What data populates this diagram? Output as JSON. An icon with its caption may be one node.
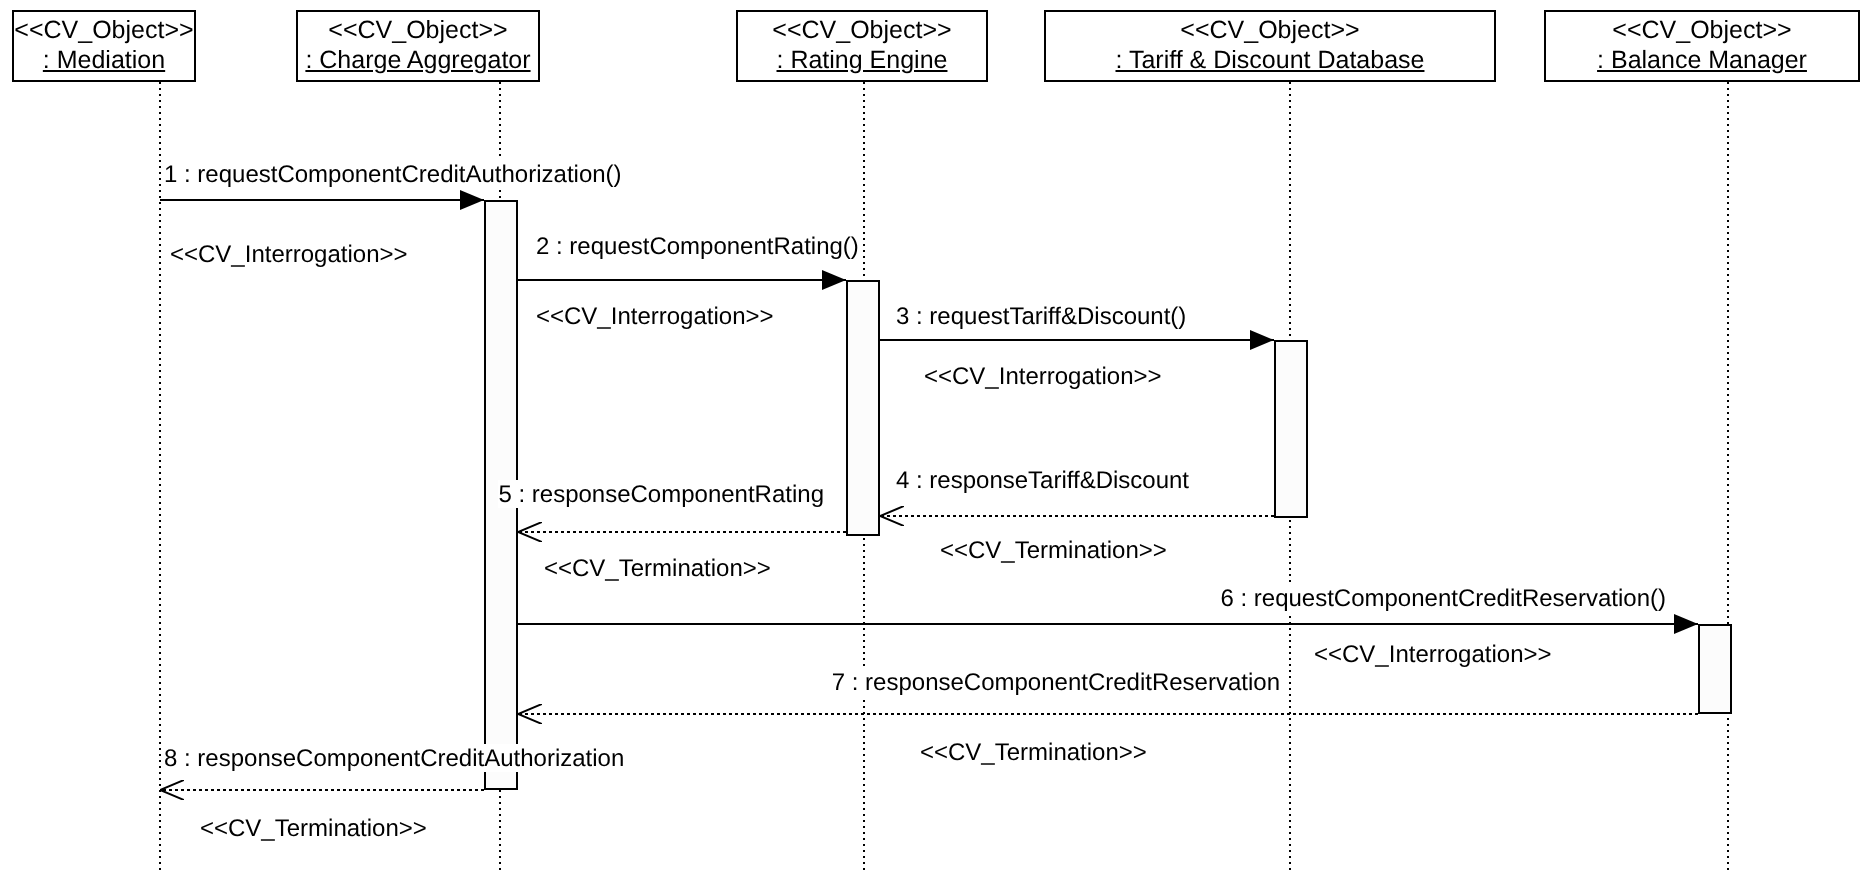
{
  "diagram": {
    "nodes": [
      {
        "text": [
          "<<CV_Object>>",
          ": Mediation"
        ]
      },
      {
        "text": [
          "<<CV_Object>>",
          ": Charge Aggregator"
        ]
      },
      {
        "text": [
          "<<CV_Object>>",
          ": Rating Engine"
        ]
      },
      {
        "text": [
          "<<CV_Object>>",
          ": Tariff & Discount Database"
        ]
      },
      {
        "text": [
          "<<CV_Object>>",
          ": Balance Manager"
        ]
      },
      {
        "text": [],
        "shape": "bar"
      },
      {
        "text": [],
        "shape": "bar"
      },
      {
        "text": [],
        "shape": "bar"
      },
      {
        "text": [],
        "shape": "bar"
      }
    ],
    "edges": [
      {
        "from": null,
        "to": 5,
        "arrow": "to",
        "label": "1 : requestComponentCreditAuthorization()"
      },
      {
        "from": 5,
        "to": 6,
        "arrow": "to",
        "label": "2 : requestComponentRating()"
      },
      {
        "from": 6,
        "to": 7,
        "arrow": "to",
        "label": "3 : requestTariff&Discount()"
      },
      {
        "from": 7,
        "to": 6,
        "arrow": "to",
        "label": "4 : responseTariff&Discount",
        "style": "dashed"
      },
      {
        "from": 6,
        "to": 5,
        "arrow": "to",
        "label": "5 : responseComponentRating",
        "style": "dashed"
      },
      {
        "from": 5,
        "to": 8,
        "arrow": "to",
        "label": "6 : requestComponentCreditReservation()"
      },
      {
        "from": 8,
        "to": 5,
        "arrow": "to",
        "label": "7 : responseComponentCreditReservation",
        "style": "dashed"
      },
      {
        "from": 5,
        "to": null,
        "arrow": "to",
        "label": "8 : responseComponentCreditAuthorization",
        "style": "dashed"
      }
    ],
    "labels": [
      "<<CV_Interrogation>>",
      "<<CV_Interrogation>>",
      "<<CV_Interrogation>>",
      "<<CV_Termination>>",
      "<<CV_Termination>>",
      "<<CV_Interrogation>>",
      "<<CV_Termination>>",
      "<<CV_Termination>>"
    ]
  }
}
